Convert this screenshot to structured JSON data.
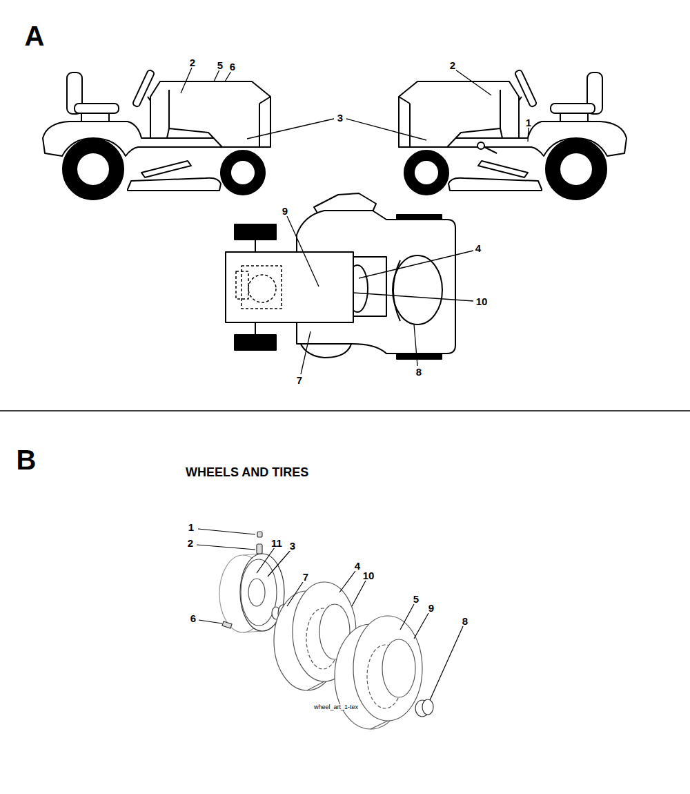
{
  "diagram": {
    "title": "WHEELS AND TIRES",
    "labels": [
      "A",
      "2",
      "5",
      "6",
      "3",
      "2",
      "1",
      "9",
      "4",
      "10",
      "7",
      "8",
      "B",
      "1",
      "2",
      "11",
      "3",
      "7",
      "4",
      "10",
      "5",
      "9",
      "8",
      "6",
      "wheel_art_1-tex"
    ]
  }
}
